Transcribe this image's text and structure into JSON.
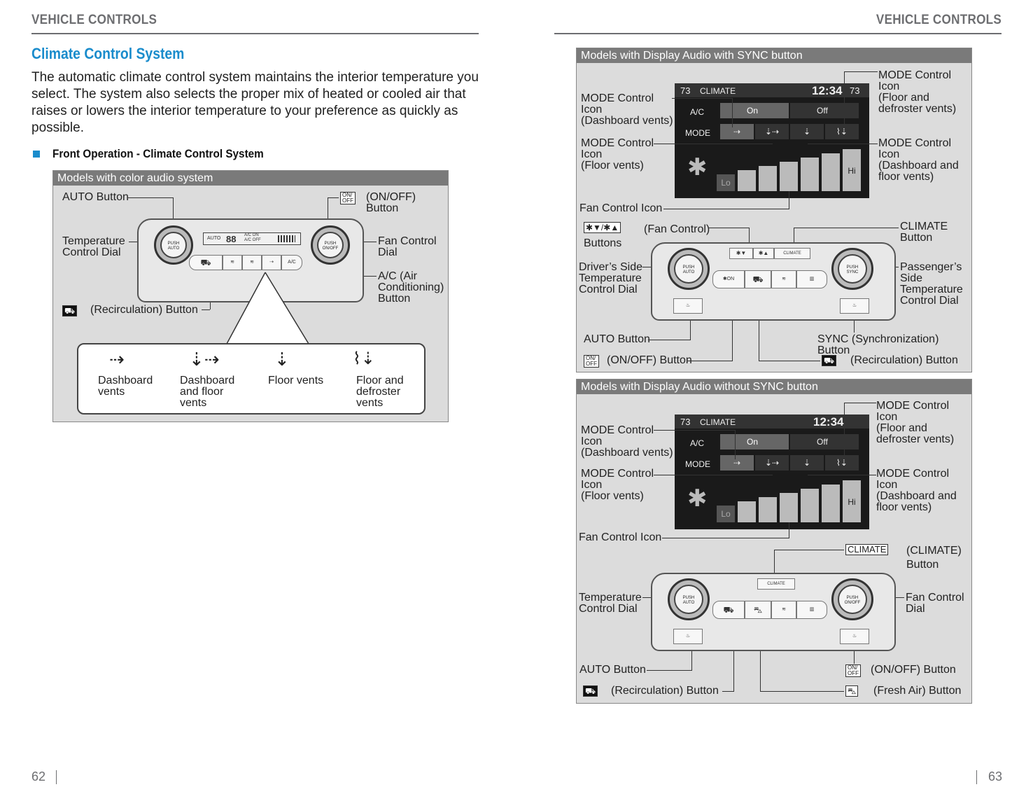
{
  "header_left": "VEHICLE CONTROLS",
  "header_right": "VEHICLE CONTROLS",
  "section_title": "Climate Control System",
  "intro": "The automatic climate control system maintains the interior temperature you select. The system also selects the proper mix of heated or cooled air that raises or lowers the interior temperature to your preference as quickly as possible.",
  "subheading": "Front Operation - Climate Control System",
  "panel1": {
    "bar": "Models with color audio system",
    "auto": "AUTO Button",
    "onoff": "(ON/OFF) Button",
    "temp": "Temperature\nControl Dial",
    "fan": "Fan Control\nDial",
    "ac": "A/C (Air\nConditioning)\nButton",
    "recirc": "(Recirculation) Button",
    "v1": "Dashboard\nvents",
    "v2": "Dashboard\nand floor\nvents",
    "v3": "Floor vents",
    "v4": "Floor and\ndefroster\nvents",
    "lcd_auto": "AUTO",
    "lcd_temp": "88",
    "lcd_ac": "A/C ON\nA/C OFF",
    "dial_l": "PUSH\nAUTO",
    "dial_r": "PUSH\nON/OFF",
    "key_ac": "A/C"
  },
  "panel2": {
    "bar": "Models with Display Audio with SYNC button",
    "m_dash": "MODE Control\nIcon\n(Dashboard vents)",
    "m_floor": "MODE Control\nIcon\n(Floor vents)",
    "m_fd": "MODE Control Icon\n(Floor and\ndefroster vents)",
    "m_df": "MODE Control Icon\n(Dashboard and\nfloor vents)",
    "fan_icon": "Fan Control Icon",
    "fan_btn": "(Fan Control)\nButtons",
    "climate": "CLIMATE\nButton",
    "driver": "Driver’s Side\nTemperature\nControl Dial",
    "pass": "Passenger’s\nSide\nTemperature\nControl Dial",
    "auto": "AUTO Button",
    "sync": "SYNC (Synchronization) Button",
    "onoff": "(ON/OFF) Button",
    "recirc": "(Recirculation) Button",
    "scr_tl": "73",
    "scr_tr": "73",
    "scr_title": "CLIMATE",
    "scr_time": "12:34",
    "scr_ac": "A/C",
    "scr_on": "On",
    "scr_off": "Off",
    "scr_mode": "MODE",
    "scr_lo": "Lo",
    "scr_hi": "Hi",
    "key_climate": "CLIMATE",
    "dial_l": "PUSH\nAUTO",
    "dial_r": "PUSH\nSYNC"
  },
  "panel3": {
    "bar": "Models with Display Audio without SYNC button",
    "m_dash": "MODE  Control\nIcon\n(Dashboard vents)",
    "m_floor": "MODE Control\nIcon\n(Floor vents)",
    "m_fd": "MODE Control Icon\n(Floor and\ndefroster vents)",
    "m_df": "MODE Control Icon\n(Dashboard and\nfloor vents)",
    "fan_icon": "Fan Control Icon",
    "climate": "(CLIMATE)\nButton",
    "climate_icon": "CLIMATE",
    "temp": "Temperature\nControl Dial",
    "fan": "Fan Control\nDial",
    "auto": "AUTO  Button",
    "onoff": "(ON/OFF) Button",
    "recirc": "(Recirculation) Button",
    "fresh": "(Fresh Air) Button",
    "scr_tl": "73",
    "scr_title": "CLIMATE",
    "scr_time": "12:34",
    "scr_ac": "A/C",
    "scr_on": "On",
    "scr_off": "Off",
    "scr_mode": "MODE",
    "scr_lo": "Lo",
    "scr_hi": "Hi",
    "key_climate": "CLIMATE",
    "dial_l": "PUSH\nAUTO",
    "dial_r": "PUSH\nON/OFF"
  },
  "onoff_icon": "ON/\nOFF",
  "page_left": "62",
  "page_right": "63",
  "colors": {
    "accent": "#1a8ccc",
    "gray": "#6d6e71",
    "panel": "#dcdcdc",
    "bar": "#7a7a7a"
  }
}
